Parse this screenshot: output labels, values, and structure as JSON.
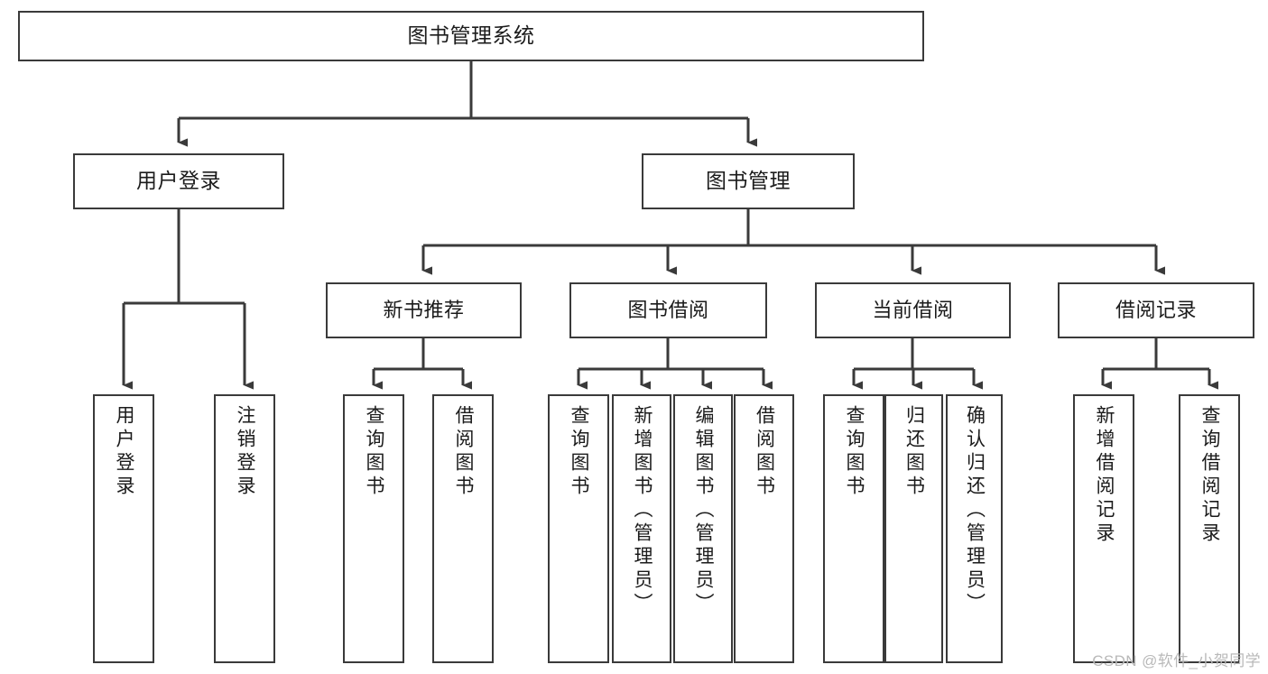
{
  "diagram": {
    "title": "图书管理系统",
    "type": "tree-hierarchy-chart",
    "root": {
      "label": "图书管理系统"
    },
    "level2": [
      {
        "label": "用户登录"
      },
      {
        "label": "图书管理"
      }
    ],
    "level3": [
      {
        "label": "新书推荐"
      },
      {
        "label": "图书借阅"
      },
      {
        "label": "当前借阅"
      },
      {
        "label": "借阅记录"
      }
    ],
    "leaves": [
      {
        "label": "用户登录",
        "parent": "用户登录"
      },
      {
        "label": "注销登录",
        "parent": "用户登录"
      },
      {
        "label": "查询图书",
        "parent": "新书推荐"
      },
      {
        "label": "借阅图书",
        "parent": "新书推荐"
      },
      {
        "label": "查询图书",
        "parent": "图书借阅"
      },
      {
        "label": "新增图书（管理员）",
        "parent": "图书借阅"
      },
      {
        "label": "编辑图书（管理员）",
        "parent": "图书借阅"
      },
      {
        "label": "借阅图书",
        "parent": "图书借阅"
      },
      {
        "label": "查询图书",
        "parent": "当前借阅"
      },
      {
        "label": "归还图书",
        "parent": "当前借阅"
      },
      {
        "label": "确认归还（管理员）",
        "parent": "当前借阅"
      },
      {
        "label": "新增借阅记录",
        "parent": "借阅记录"
      },
      {
        "label": "查询借阅记录",
        "parent": "借阅记录"
      }
    ]
  },
  "watermark": {
    "text": "CSDN @软件_小贺同学"
  },
  "colors": {
    "stroke": "#3a3a3a",
    "background": "#ffffff",
    "text": "#1b1b1b",
    "watermark": "#b9b9b9"
  }
}
